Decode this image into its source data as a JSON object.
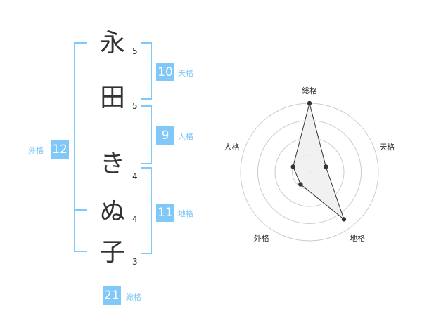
{
  "name_chars": [
    {
      "char": "永",
      "strokes": "5"
    },
    {
      "char": "田",
      "strokes": "5"
    },
    {
      "char": "き",
      "strokes": "4"
    },
    {
      "char": "ぬ",
      "strokes": "4"
    },
    {
      "char": "子",
      "strokes": "3"
    }
  ],
  "fortunes": {
    "tenkaku": {
      "value": "10",
      "label": "天格"
    },
    "jinkaku": {
      "value": "9",
      "label": "人格"
    },
    "chikaku": {
      "value": "11",
      "label": "地格"
    },
    "gaikaku": {
      "value": "12",
      "label": "外格"
    },
    "soukaku": {
      "value": "21",
      "label": "総格"
    }
  },
  "colors": {
    "accent": "#80c8f8",
    "text": "#333333",
    "grid": "#cccccc",
    "fill": "#efefef"
  },
  "radar": {
    "axes": [
      "総格",
      "天格",
      "地格",
      "外格",
      "人格"
    ],
    "values": [
      1.0,
      0.25,
      0.85,
      0.22,
      0.25
    ],
    "max": 1
  }
}
